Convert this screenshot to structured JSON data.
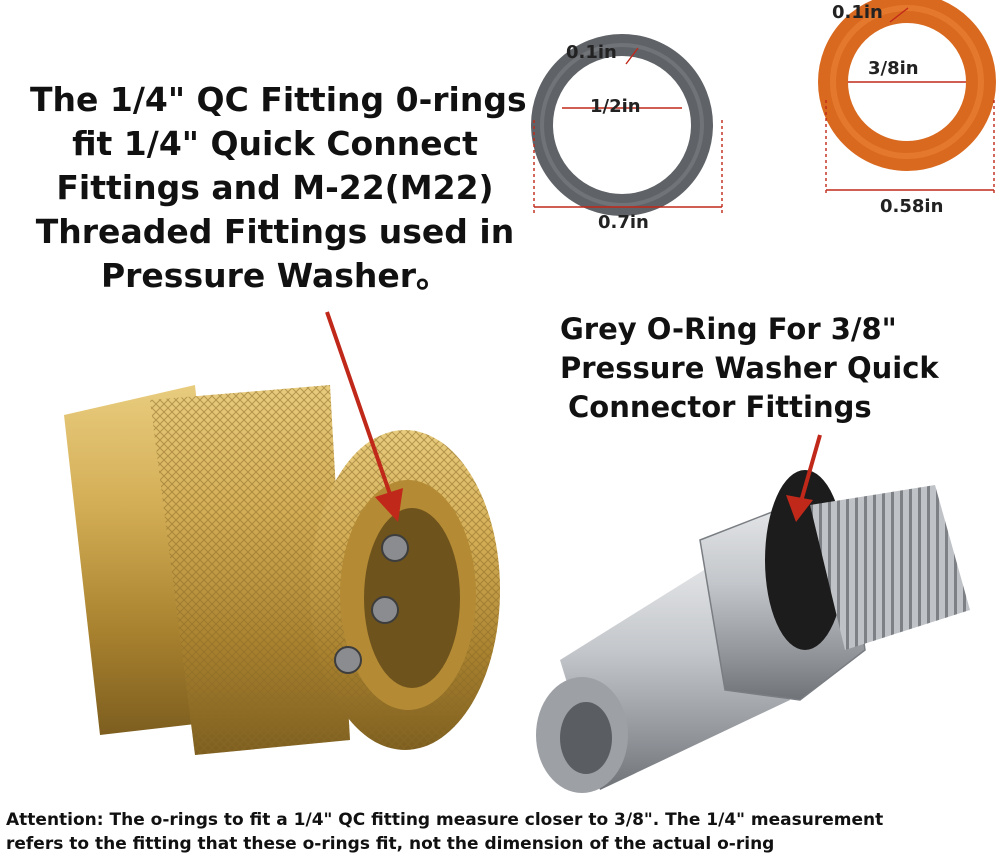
{
  "headline": {
    "line1": "The 1/4\" QC Fitting 0-rings",
    "line2": "fit 1/4\" Quick Connect",
    "line3": "Fittings and M-22(M22)",
    "line4": "Threaded Fittings used in",
    "line5": "Pressure Washer。"
  },
  "grey_oring": {
    "thickness": "0.1in",
    "inner_diameter": "1/2in",
    "outer_diameter": "0.7in",
    "color": "#5f6367"
  },
  "orange_oring": {
    "thickness": "0.1in",
    "inner_diameter": "3/8in",
    "outer_diameter": "0.58in",
    "color": "#d9691f"
  },
  "grey_caption": {
    "line1": "Grey O-Ring For 3/8\"",
    "line2": "Pressure Washer Quick",
    "line3": "Connector Fittings"
  },
  "attention": {
    "line1": "Attention: The o-rings to fit a 1/4\" QC fitting measure closer to 3/8\". The 1/4\" measurement",
    "line2": "refers to the fitting that these o-rings fit, not the dimension of the actual o-ring"
  },
  "colors": {
    "arrow": "#c0281a",
    "brass": "#c9a24a",
    "steel": "#b9bcc0"
  }
}
